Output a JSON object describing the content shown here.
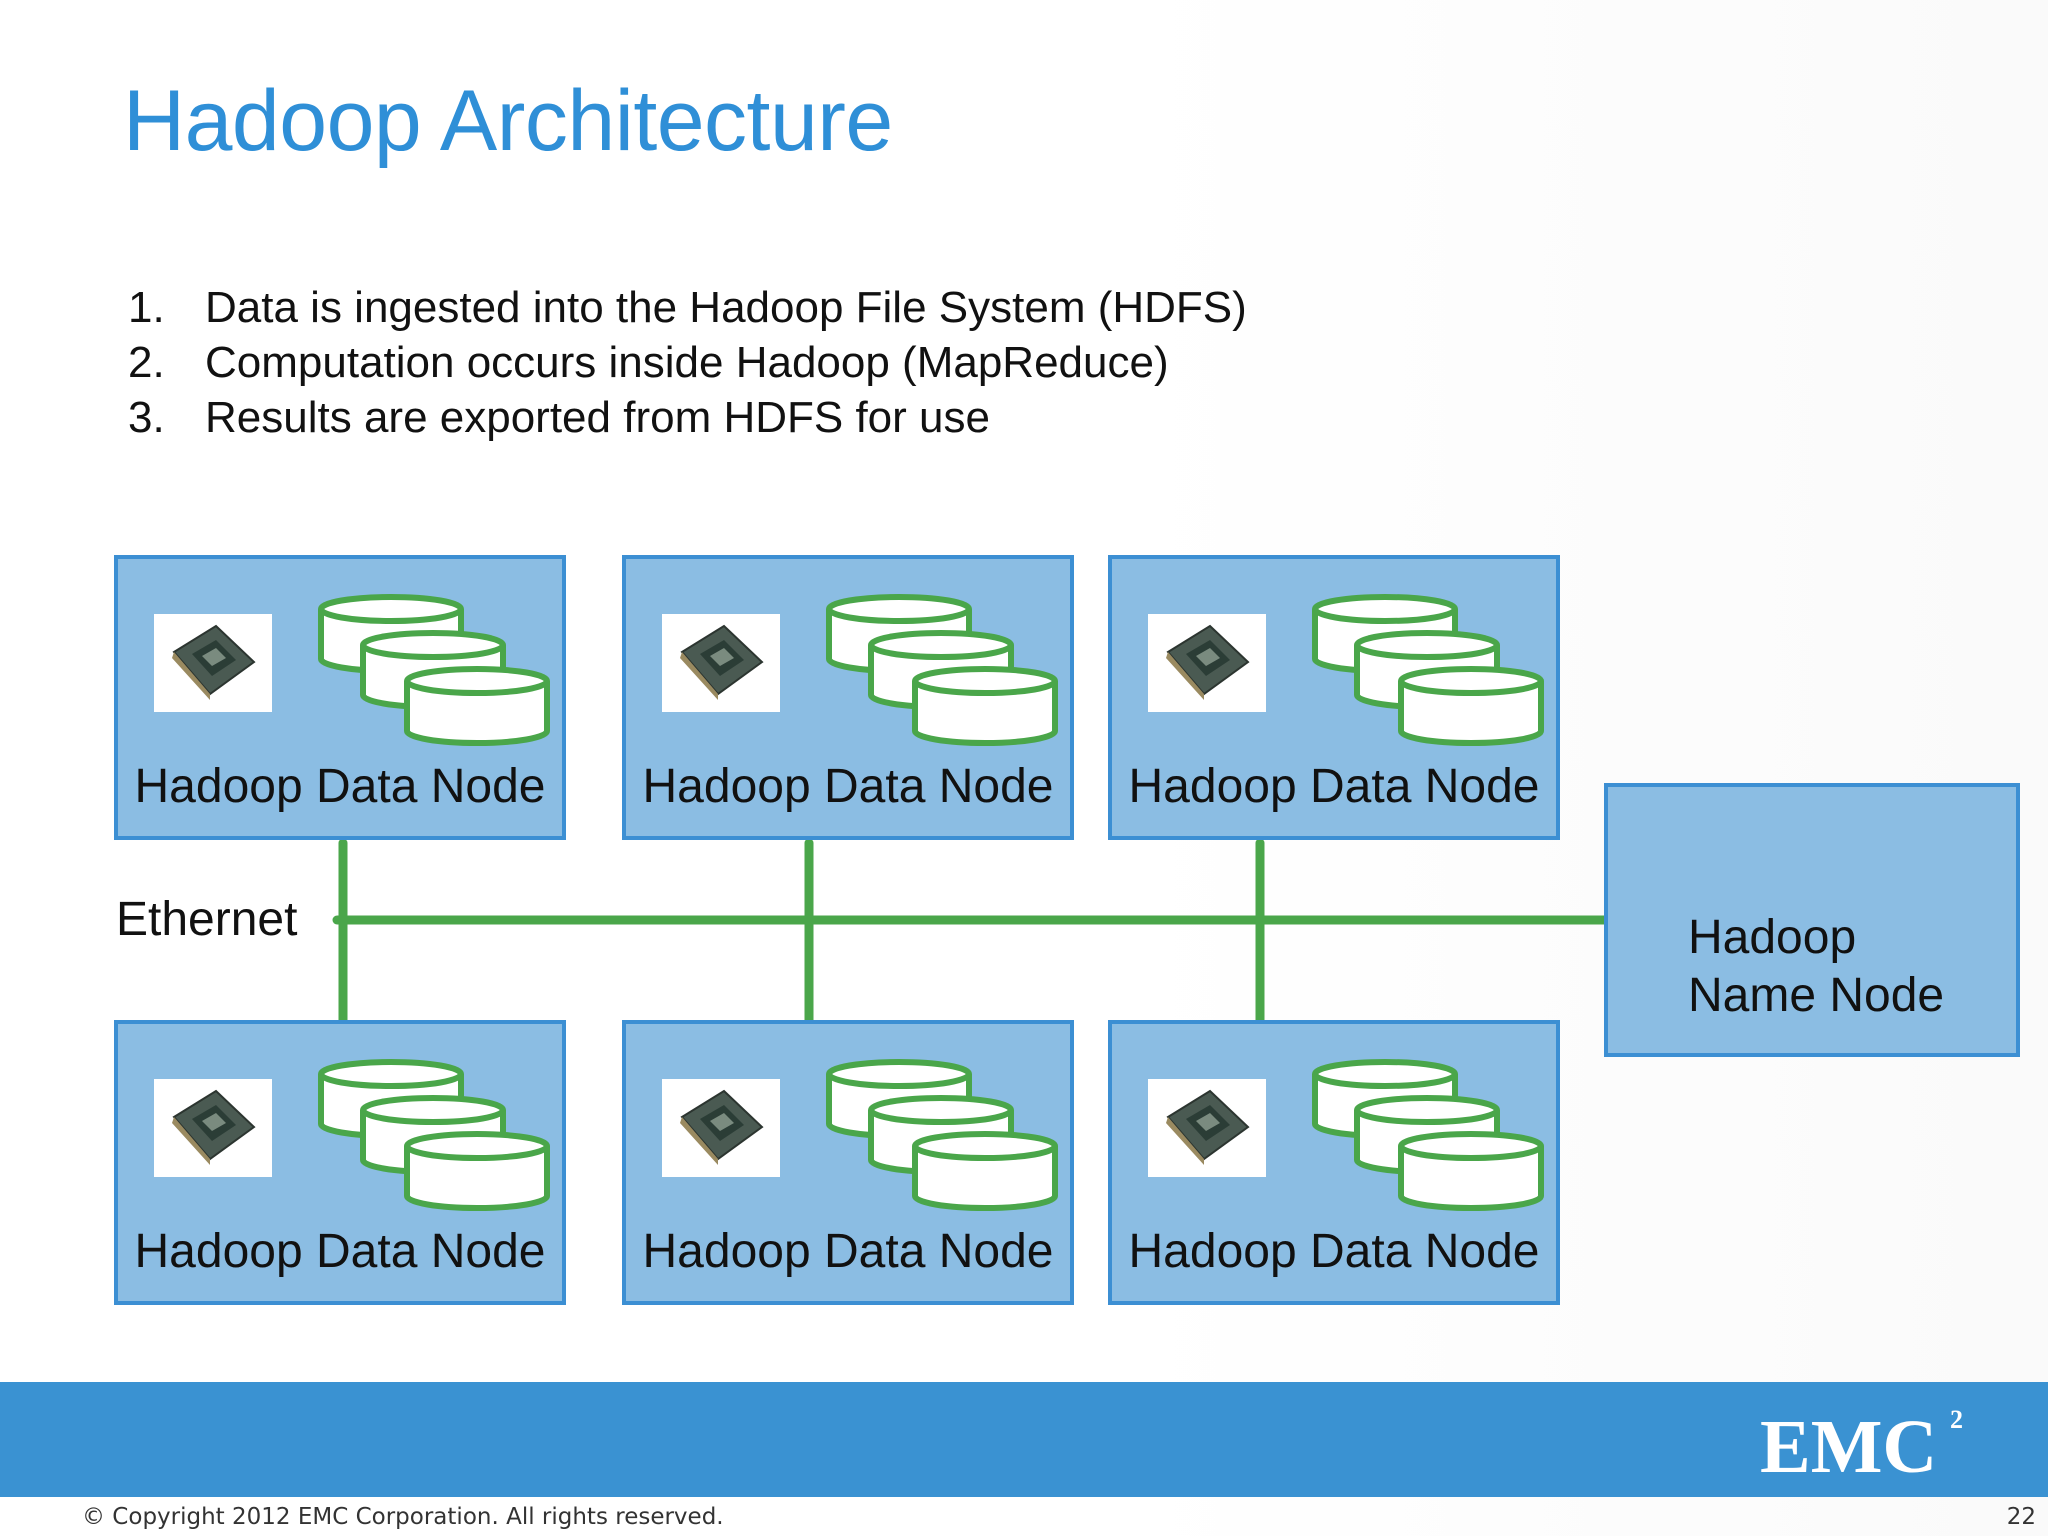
{
  "slide": {
    "title": "Hadoop Architecture",
    "steps": [
      {
        "num": "1.",
        "text": "Data is ingested into the Hadoop File System (HDFS)"
      },
      {
        "num": "2.",
        "text": "Computation occurs inside Hadoop (MapReduce)"
      },
      {
        "num": "3.",
        "text": "Results are exported from HDFS for use"
      }
    ]
  },
  "diagram": {
    "data_nodes": [
      {
        "label": "Hadoop Data Node"
      },
      {
        "label": "Hadoop Data Node"
      },
      {
        "label": "Hadoop Data Node"
      },
      {
        "label": "Hadoop Data Node"
      },
      {
        "label": "Hadoop Data Node"
      },
      {
        "label": "Hadoop Data Node"
      }
    ],
    "name_node": {
      "line1": "Hadoop",
      "line2": "Name Node"
    },
    "network_label": "Ethernet",
    "colors": {
      "node_fill": "#8bbde3",
      "node_border": "#3c8fd3",
      "link": "#4aa64a",
      "title": "#2f8fd7"
    }
  },
  "footer": {
    "brand": "EMC",
    "brand_superscript": "2",
    "copyright": "© Copyright 2012 EMC Corporation. All rights reserved.",
    "page_number": "22"
  }
}
